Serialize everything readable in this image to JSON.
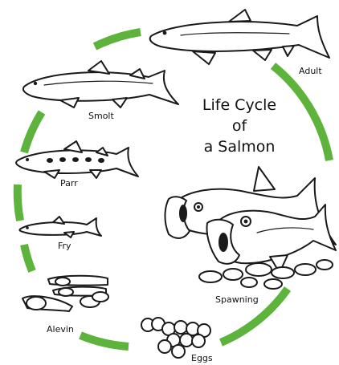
{
  "title": {
    "lines": [
      "Life Cycle",
      "of",
      "a Salmon"
    ]
  },
  "stages": {
    "adult": "Adult",
    "smolt": "Smolt",
    "parr": "Parr",
    "fry": "Fry",
    "alevin": "Alevin",
    "eggs": "Eggs",
    "spawning": "Spawning"
  },
  "colors": {
    "cycle_arrow": "#5db33b",
    "ink": "#1a1a1a"
  }
}
